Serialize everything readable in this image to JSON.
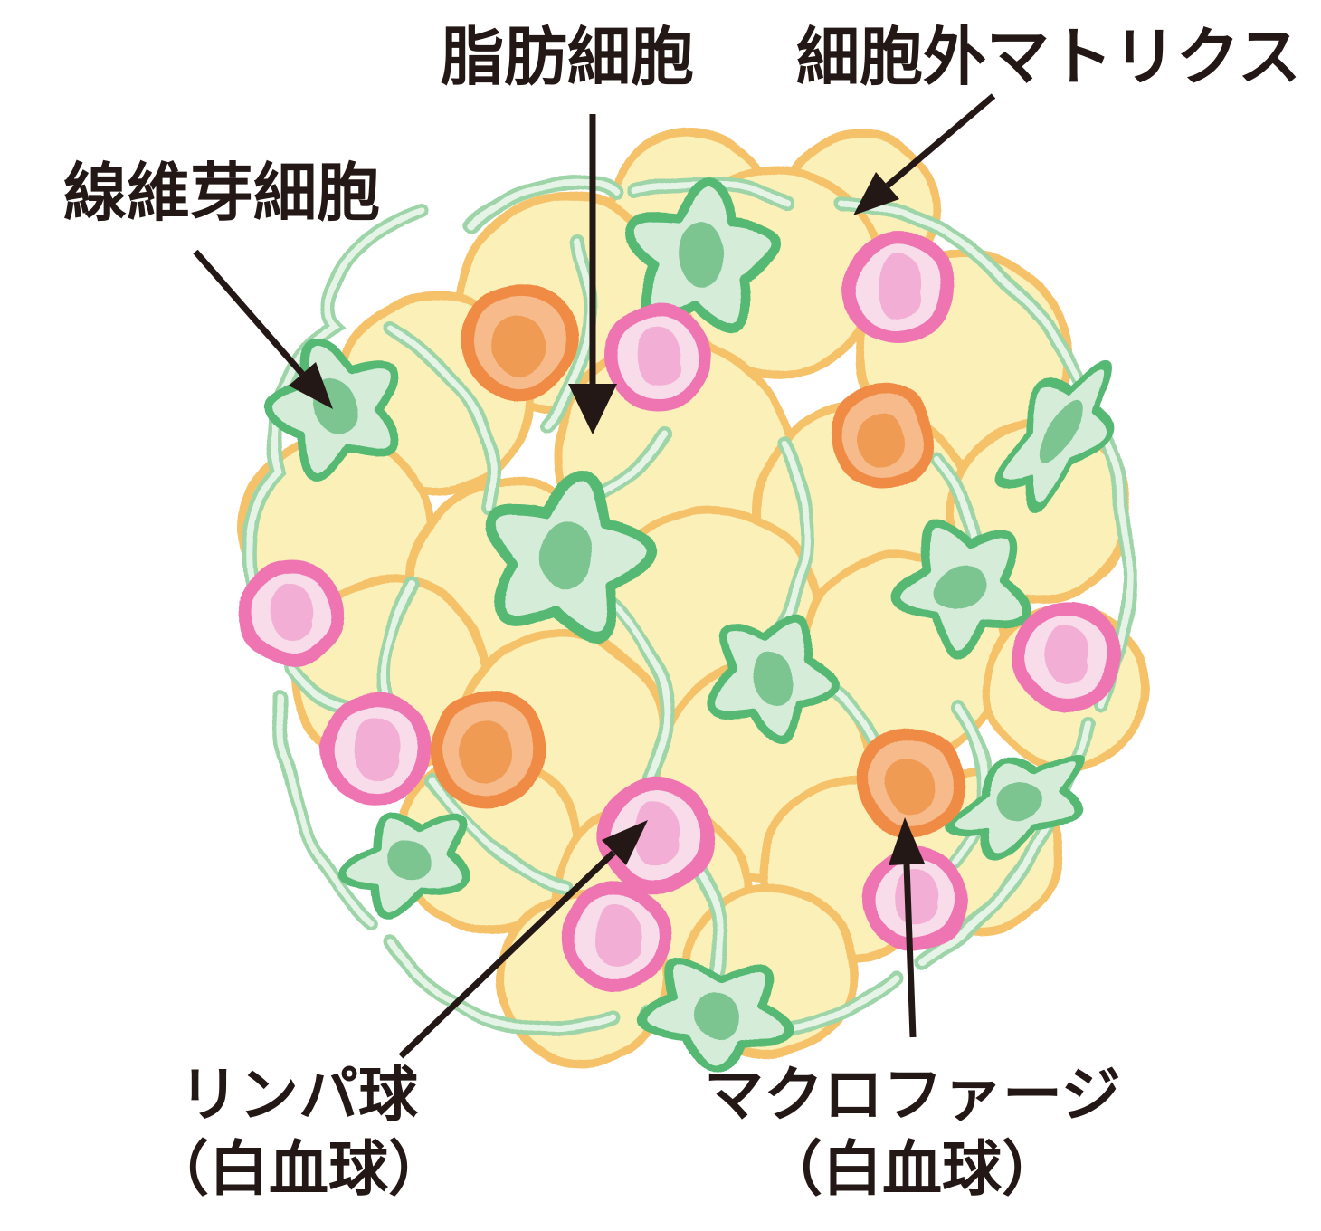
{
  "diagram": {
    "labels": {
      "adipocyte": "脂肪細胞",
      "extracellular_matrix": "細胞外マトリクス",
      "fibroblast": "線維芽細胞",
      "lymphocyte": {
        "line1": "リンパ球",
        "line2": "（白血球）"
      },
      "macrophage": {
        "line1": "マクロファージ",
        "line2": "（白血球）"
      }
    },
    "colors": {
      "text": "#231815",
      "arrow": "#231815",
      "adipocyte_fill": "#FAF0B8",
      "adipocyte_stroke": "#F5C26A",
      "ecm_fill": "#E6F4E7",
      "ecm_stroke": "#9DD4A8",
      "fibroblast_fill": "#D4ECD8",
      "fibroblast_stroke": "#55B873",
      "fibroblast_nucleus": "#7BC490",
      "lymphocyte_fill": "#F8DCEA",
      "lymphocyte_ring": "#EE74B2",
      "lymphocyte_nucleus": "#F2AED4",
      "macrophage_fill": "#F6BA8B",
      "macrophage_ring": "#F08B44",
      "macrophage_nucleus": "#EF9B52"
    }
  }
}
